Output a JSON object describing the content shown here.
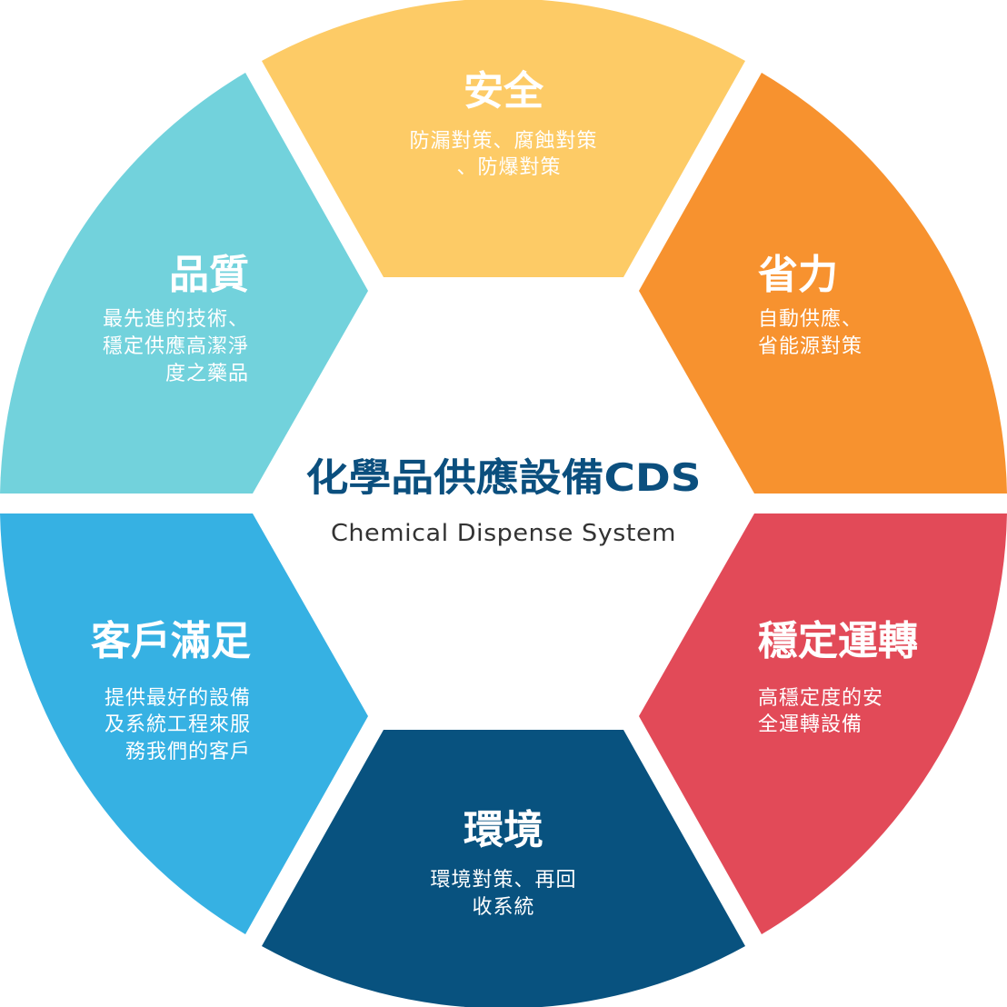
{
  "center": {
    "title": "化學品供應設備CDS",
    "subtitle": "Chemical Dispense System"
  },
  "segments": [
    {
      "key": "safety",
      "title": "安全",
      "desc": [
        "防漏對策、腐蝕對策",
        "、防爆對策"
      ],
      "color": "#fdcb66"
    },
    {
      "key": "energy",
      "title": "省力",
      "desc": [
        "自動供應、",
        "省能源對策"
      ],
      "color": "#f7922f"
    },
    {
      "key": "stable",
      "title": "穩定運轉",
      "desc": [
        "高穩定度的安",
        "全運轉設備"
      ],
      "color": "#e24a58"
    },
    {
      "key": "environment",
      "title": "環境",
      "desc": [
        "環境對策、再回",
        "收系統"
      ],
      "color": "#08527f"
    },
    {
      "key": "customer",
      "title": "客戶滿足",
      "desc": [
        "提供最好的設備",
        "及系統工程來服",
        "務我們的客戶"
      ],
      "color": "#36b1e3"
    },
    {
      "key": "quality",
      "title": "品質",
      "desc": [
        "最先進的技術、",
        "穩定供應高潔淨",
        "度之藥品"
      ],
      "color": "#72d2dc"
    }
  ]
}
